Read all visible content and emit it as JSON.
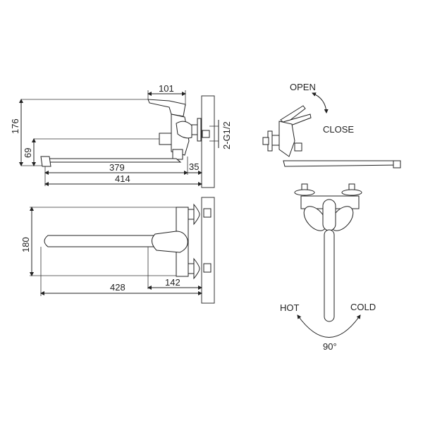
{
  "side_view": {
    "dims": {
      "top_width": "101",
      "height_total": "176",
      "height_spout": "69",
      "spout_length": "379",
      "wall_offset": "35",
      "total_length": "414",
      "thread": "2-G1/2"
    }
  },
  "top_view": {
    "dims": {
      "height": "180",
      "total_length": "428",
      "handle_length": "142"
    }
  },
  "operation_side": {
    "open_label": "OPEN",
    "close_label": "CLOSE"
  },
  "operation_front": {
    "hot_label": "HOT",
    "cold_label": "COLD",
    "angle_label": "90°"
  },
  "colors": {
    "line": "#222222",
    "background": "#ffffff"
  }
}
